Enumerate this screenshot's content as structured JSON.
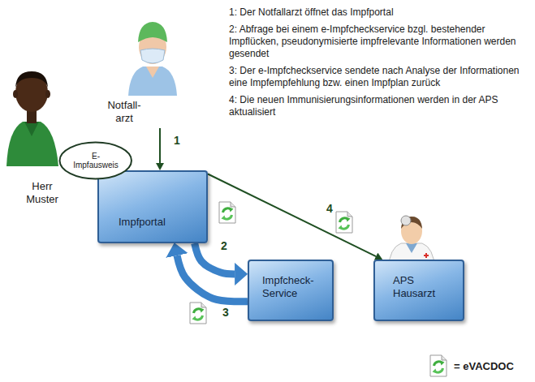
{
  "diagram": {
    "nodes": [
      {
        "text": [
          "Notfall- arzt"
        ]
      },
      {
        "text": [
          "E- Impfausweis"
        ]
      },
      {
        "text": [
          "Impfportal"
        ]
      },
      {
        "text": [
          "Impfcheck- Service"
        ]
      },
      {
        "text": [
          "APS Hausarzt"
        ]
      }
    ],
    "edges": [
      {
        "from": 0,
        "to": 2,
        "arrow": "to",
        "label": "1"
      },
      {
        "from": 2,
        "to": 3,
        "arrow": "to",
        "label": "2"
      },
      {
        "from": 3,
        "to": 2,
        "arrow": "to",
        "label": "3"
      },
      {
        "from": 2,
        "to": 4,
        "arrow": "to",
        "label": "4"
      }
    ],
    "labels": [
      "1: Der Notfallarzt öffnet das Impfportal",
      "2: Abfrage bei einem e-Impfcheckservice bzgl. bestehender Impflücken, pseudonymisierte impfrelevante Informationen werden gesendet",
      "3: Der e-Impfcheckservice sendete nach Analyse der Informationen eine Impfempfehlung bzw. einen Impfplan zurück",
      "4: Die neuen Immunisierungsinformationen werden in der APS aktualisiert",
      "Herr Muster"
    ],
    "legend": [
      {
        "text": "= eVACDOC"
      }
    ]
  }
}
